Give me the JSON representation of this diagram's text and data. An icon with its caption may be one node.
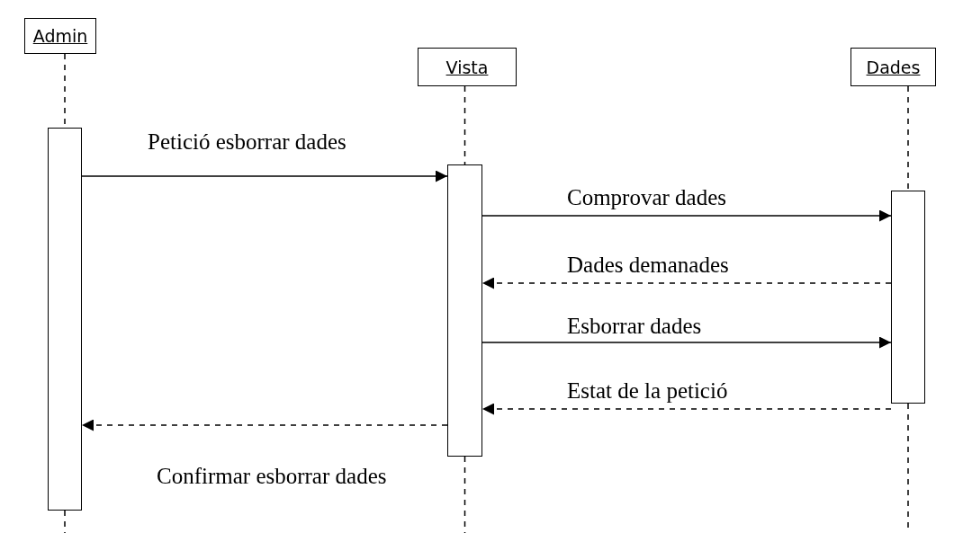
{
  "diagram": {
    "nodes": [
      {
        "text": [
          "Admin"
        ]
      },
      {
        "text": [
          "Vista"
        ]
      },
      {
        "text": [
          "Dades"
        ]
      },
      {
        "text": [],
        "shape": "bar"
      },
      {
        "text": [],
        "shape": "bar"
      },
      {
        "text": [],
        "shape": "bar"
      }
    ],
    "edges": [
      {
        "from": 0,
        "to": 3,
        "arrow": "none",
        "style": "dashed"
      },
      {
        "from": 1,
        "to": 4,
        "arrow": "none",
        "style": "dashed"
      },
      {
        "from": 2,
        "to": 5,
        "arrow": "none",
        "style": "dashed"
      },
      {
        "from": 3,
        "to": 4,
        "arrow": "to",
        "label": "Petició esborrar dades"
      },
      {
        "from": 4,
        "to": 5,
        "arrow": "to",
        "label": "Comprovar dades"
      },
      {
        "from": 5,
        "to": 4,
        "arrow": "to",
        "label": "Dades demanades",
        "style": "dashed"
      },
      {
        "from": 4,
        "to": 5,
        "arrow": "to",
        "label": "Esborrar dades"
      },
      {
        "from": 5,
        "to": 4,
        "arrow": "to",
        "label": "Estat de la petició",
        "style": "dashed"
      },
      {
        "from": 4,
        "to": 3,
        "arrow": "to",
        "label": "Confirmar esborrar dades",
        "style": "dashed"
      }
    ]
  }
}
